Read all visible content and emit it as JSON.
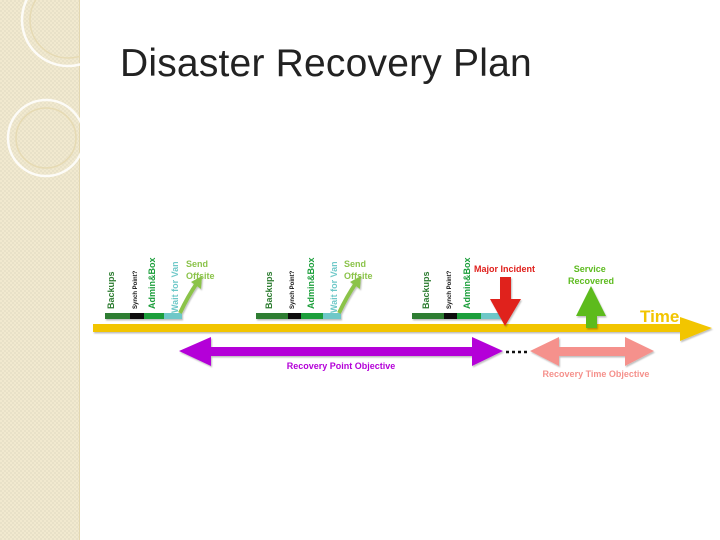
{
  "slide": {
    "title": "Disaster Recovery Plan"
  },
  "diagram": {
    "cycle_labels": {
      "backups": "Backups",
      "synch": "Synch Point?",
      "admin": "Admin&Box",
      "wait": "Wait for Van",
      "send": "Send Offsite"
    },
    "events": {
      "incident": "Major Incident",
      "recovered": "Service Recovered"
    },
    "axis_label": "Time",
    "rpo_label": "Recovery Point Objective",
    "rto_label": "Recovery Time Objective",
    "colors": {
      "timeline": "#f2c500",
      "backups": "#2e7d32",
      "synch": "#111111",
      "admin": "#1a9e3a",
      "wait": "#6ec8c8",
      "send": "#8bc34a",
      "incident": "#e0201c",
      "recovered": "#5dbb1f",
      "rpo": "#b400d8",
      "rto": "#f5918c",
      "side_panel": "#f1e9cf"
    }
  }
}
